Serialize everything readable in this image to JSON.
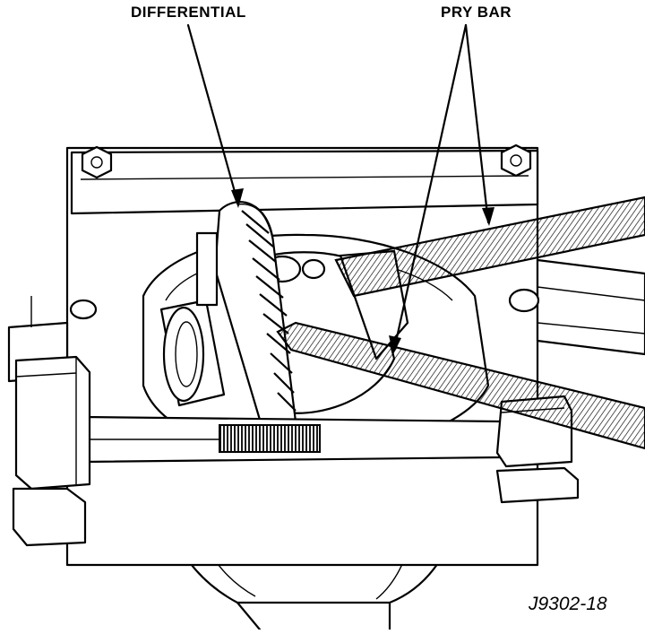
{
  "diagram": {
    "labels": {
      "differential": "DIFFERENTIAL",
      "pry_bar": "PRY BAR"
    },
    "figure_id": "J9302-18"
  }
}
